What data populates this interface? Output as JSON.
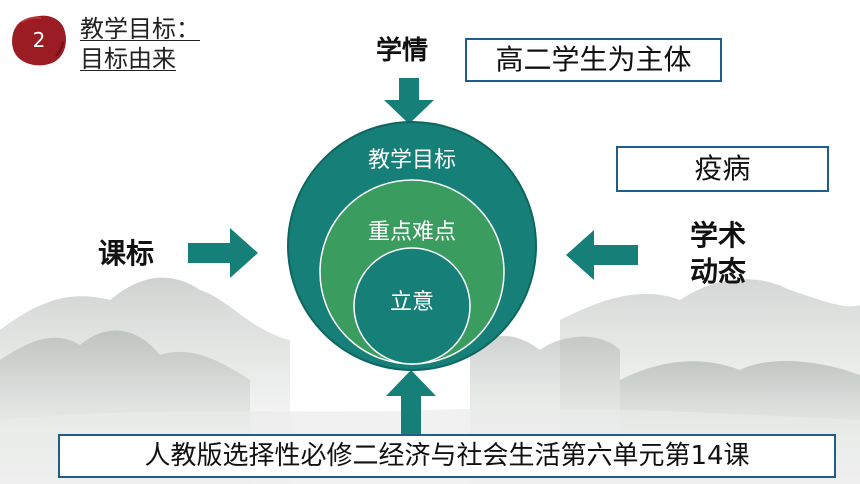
{
  "header": {
    "badge_number": "2",
    "title_line1": "教学目标：",
    "title_line2": "目标由来"
  },
  "top": {
    "label": "学情",
    "box_text": "高二学生为主体"
  },
  "right": {
    "box_text": "疫病",
    "label_line1": "学术",
    "label_line2": "动态"
  },
  "left": {
    "label": "课标"
  },
  "circles": {
    "outer": "教学目标",
    "middle": "重点难点",
    "inner": "立意"
  },
  "bottom": {
    "box_text": "人教版选择性必修二经济与社会生活第六单元第14课"
  },
  "colors": {
    "teal": "#167f78",
    "green": "#3a9c5e",
    "box_border": "#1f5d8d",
    "seal_red": "#9b1c22"
  }
}
